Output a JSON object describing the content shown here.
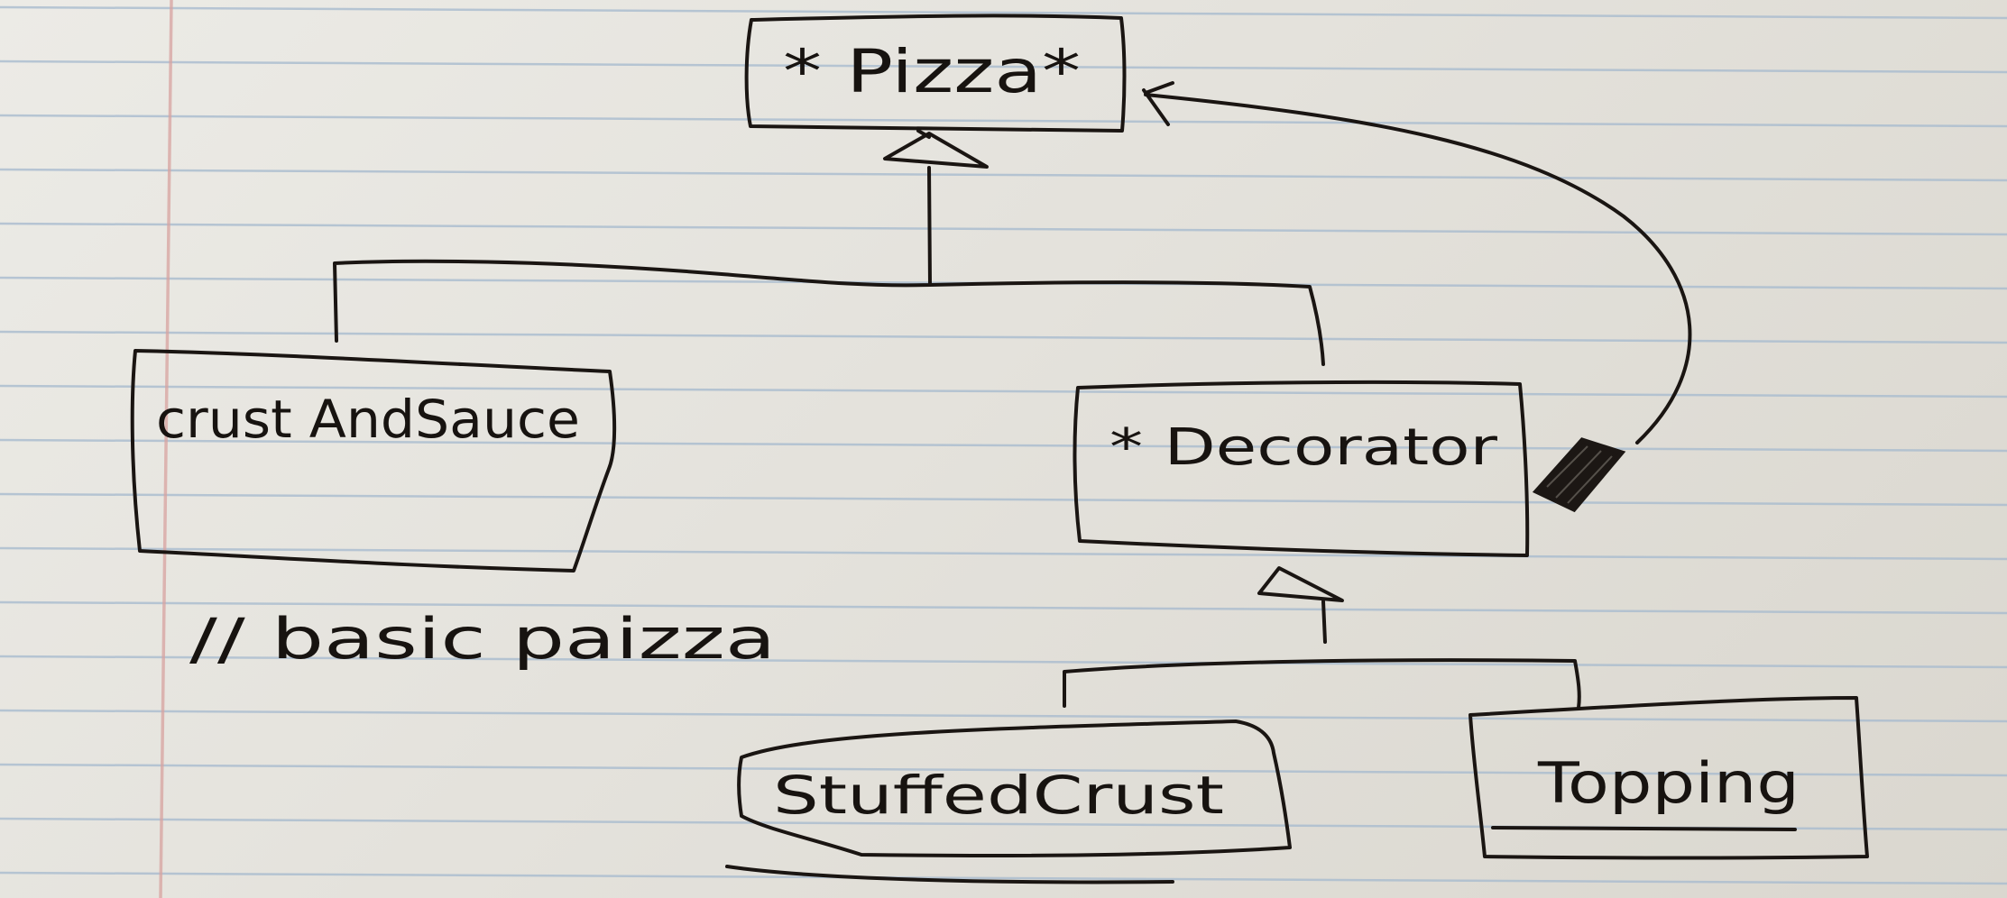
{
  "diagram": {
    "nodes": {
      "pizza": {
        "label": "* Pizza*",
        "kind": "abstract"
      },
      "crust_and_sauce": {
        "label": "crust AndSauce",
        "kind": "concrete"
      },
      "decorator": {
        "label": "* Decorator",
        "kind": "abstract"
      },
      "stuffed_crust": {
        "label": "StuffedCrust",
        "kind": "concrete"
      },
      "topping": {
        "label": "Topping",
        "kind": "concrete"
      }
    },
    "edges": [
      {
        "from": "crust_and_sauce",
        "to": "pizza",
        "type": "inheritance"
      },
      {
        "from": "decorator",
        "to": "pizza",
        "type": "inheritance"
      },
      {
        "from": "decorator",
        "to": "pizza",
        "type": "aggregation"
      },
      {
        "from": "stuffed_crust",
        "to": "decorator",
        "type": "inheritance"
      },
      {
        "from": "topping",
        "to": "decorator",
        "type": "inheritance"
      }
    ],
    "comment": "// basic paizza"
  },
  "colors": {
    "ink": "#171310",
    "paper": "#e9e7e1",
    "rule_line": "#9fb3c9",
    "margin_line": "#d9a2a0"
  }
}
